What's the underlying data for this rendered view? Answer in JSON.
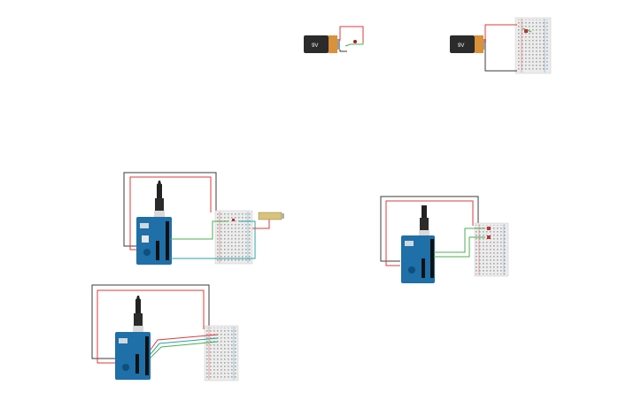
{
  "workspace": {
    "name": "circuit-canvas",
    "background": "#ffffff"
  },
  "colors": {
    "wire_red": "#e0393e",
    "wire_black": "#3b3b3b",
    "wire_green": "#4caf50",
    "wire_teal": "#29a3a3",
    "arduino_blue": "#1f6fa8",
    "breadboard": "#ececec",
    "breadboard_hole": "#9e9e9e",
    "battery_body": "#2b2b2b",
    "battery_cap": "#d9913a"
  },
  "batteries": [
    {
      "label": "9V"
    },
    {
      "label": "9V"
    }
  ],
  "icons": {
    "battery": "battery-9v-icon",
    "arduino": "arduino-uno-icon",
    "usb": "usb-plug-icon",
    "breadboard": "breadboard-icon",
    "led": "led-icon",
    "sensor": "sensor-module-icon"
  }
}
